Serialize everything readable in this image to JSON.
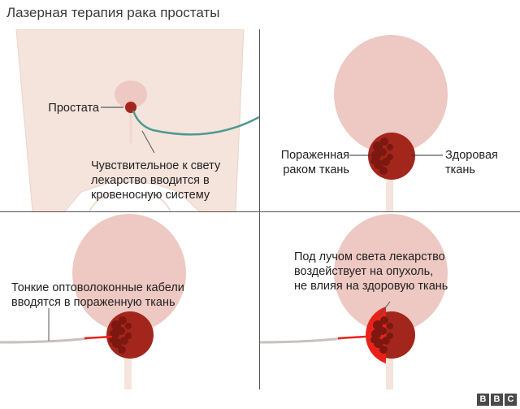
{
  "title": "Лазерная терапия рака простаты",
  "panel1": {
    "prostate_label": "Простата",
    "drug_caption": [
      "Чувствительное к свету",
      "лекарство вводится в",
      "кровеносную систему"
    ]
  },
  "panel2": {
    "cancer_label": [
      "Пораженная",
      "раком ткань"
    ],
    "healthy_label": [
      "Здоровая",
      "ткань"
    ]
  },
  "panel3": {
    "fiber_caption": [
      "Тонкие оптоволоконные кабели",
      "вводятся в пораженную ткань"
    ]
  },
  "panel4": {
    "light_caption": [
      "Под лучом света лекарство",
      "воздействует на опухоль,",
      "не влияя на здоровую ткань"
    ]
  },
  "logo": [
    "B",
    "B",
    "C"
  ],
  "colors": {
    "skin": "#f4e4dc",
    "bladder": "#eec8c2",
    "prostate": "#a3261d",
    "tumor": "#7c1810",
    "active": "#e8221a",
    "cable": "#c9c1bd",
    "vein": "#4f9890"
  }
}
